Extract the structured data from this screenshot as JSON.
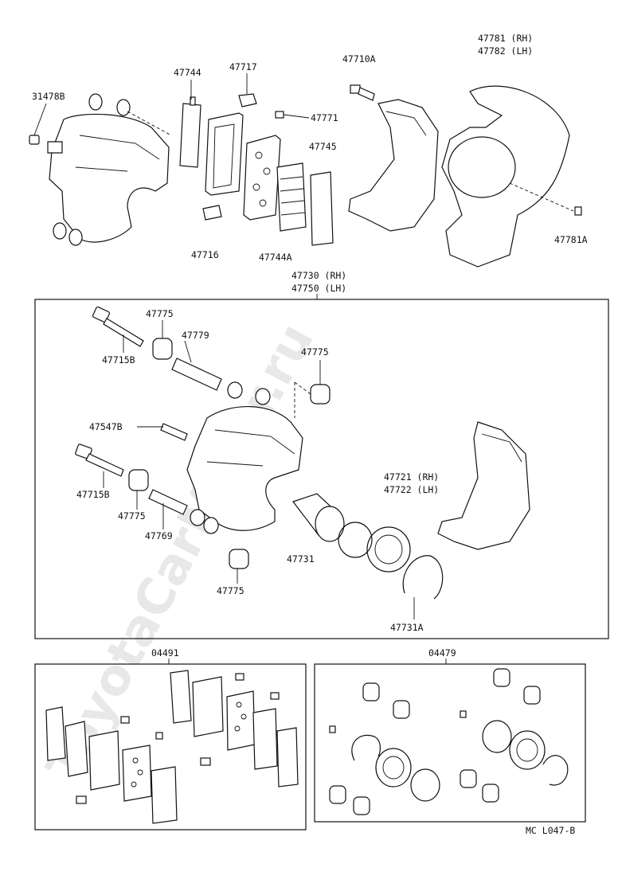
{
  "watermark": "ToyotaCarMiner.ru",
  "footer_code": "MC L047-B",
  "labels": {
    "p31478B": "31478B",
    "p47744": "47744",
    "p47717": "47717",
    "p47710A": "47710A",
    "p47781": "47781 (RH)",
    "p47782": "47782 (LH)",
    "p47771": "47771",
    "p47745": "47745",
    "p47716": "47716",
    "p47744A": "47744A",
    "p47781A": "47781A",
    "p47730": "47730 (RH)",
    "p47750": "47750 (LH)",
    "p47775a": "47775",
    "p47779": "47779",
    "p47715Ba": "47715B",
    "p47775b": "47775",
    "p47547B": "47547B",
    "p47721": "47721 (RH)",
    "p47722": "47722 (LH)",
    "p47715Bb": "47715B",
    "p47775c": "47775",
    "p47769": "47769",
    "p47731": "47731",
    "p47775d": "47775",
    "p47731A": "47731A",
    "p04491": "04491",
    "p04479": "04479"
  }
}
